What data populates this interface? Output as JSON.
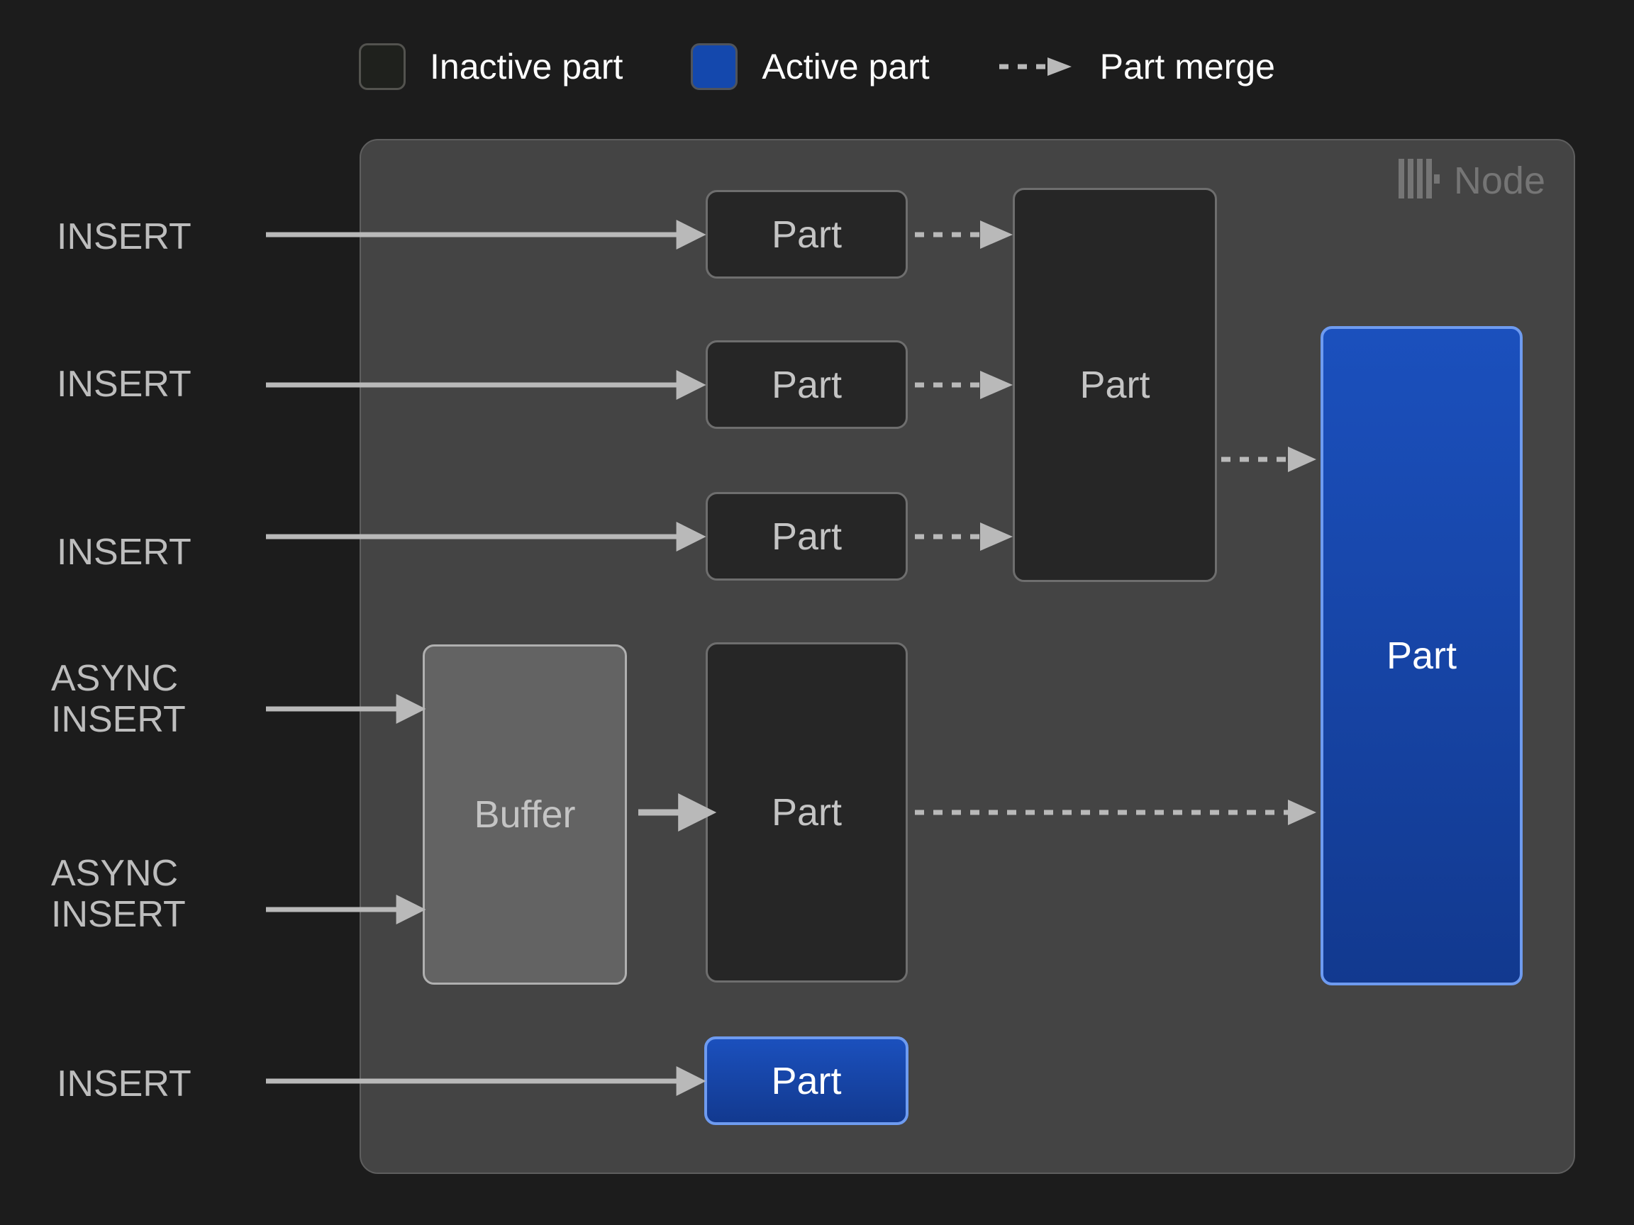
{
  "legend": {
    "items": [
      {
        "icon": "inactive-part-swatch",
        "label": "Inactive part",
        "color": "#1f211d"
      },
      {
        "icon": "active-part-swatch",
        "label": "Active part",
        "color": "#1448ad"
      },
      {
        "icon": "dashed-arrow-icon",
        "label": "Part merge",
        "color": "#b9b9b9"
      }
    ]
  },
  "node": {
    "label": "Node",
    "logo_icon": "clickhouse-logo-icon",
    "background": "#444444",
    "border": "#5e5e5e"
  },
  "inputs": [
    {
      "id": "insert-1",
      "label": "INSERT"
    },
    {
      "id": "insert-2",
      "label": "INSERT"
    },
    {
      "id": "insert-3",
      "label": "INSERT"
    },
    {
      "id": "async-insert-1",
      "label": "ASYNC\nINSERT"
    },
    {
      "id": "async-insert-2",
      "label": "ASYNC\nINSERT"
    },
    {
      "id": "insert-4",
      "label": "INSERT"
    }
  ],
  "boxes": [
    {
      "id": "part-row-1",
      "label": "Part",
      "state": "inactive"
    },
    {
      "id": "part-row-2",
      "label": "Part",
      "state": "inactive"
    },
    {
      "id": "part-row-3",
      "label": "Part",
      "state": "inactive"
    },
    {
      "id": "part-merged-1",
      "label": "Part",
      "state": "inactive"
    },
    {
      "id": "buffer",
      "label": "Buffer",
      "state": "buffer"
    },
    {
      "id": "part-from-buffer",
      "label": "Part",
      "state": "inactive"
    },
    {
      "id": "part-final-active",
      "label": "Part",
      "state": "active"
    },
    {
      "id": "part-direct-active",
      "label": "Part",
      "state": "active"
    }
  ],
  "colors": {
    "page_background": "#1c1c1c",
    "node_background": "#444444",
    "inactive_fill": "#262626",
    "inactive_border": "#6e6e6e",
    "buffer_fill": "#636363",
    "buffer_border": "#b0b0b0",
    "active_fill": "#1545ac",
    "active_border": "#6e9bf0",
    "arrow": "#b9b9b9",
    "text": "#c4c4c4"
  }
}
